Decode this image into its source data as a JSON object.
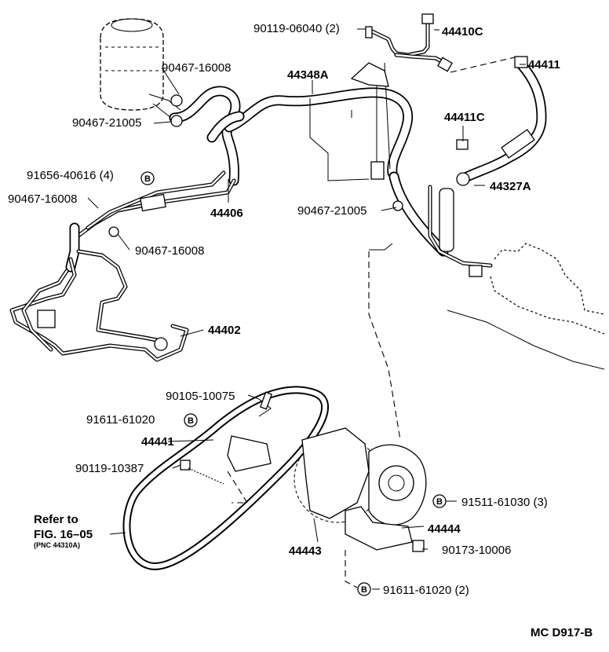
{
  "parts": {
    "p90119_06040": "90119-06040 (2)",
    "p44410C": "44410C",
    "p44411": "44411",
    "p90467_16008_top": "90467-16008",
    "p44348A": "44348A",
    "p90467_21005_left": "90467-21005",
    "p44411C": "44411C",
    "p91656_40616": "91656-40616 (4)",
    "p44327A": "44327A",
    "p90467_16008_left": "90467-16008",
    "p44406": "44406",
    "p90467_21005_mid": "90467-21005",
    "p90467_16008_low": "90467-16008",
    "p44402": "44402",
    "p90105_10075": "90105-10075",
    "p91611_61020": "91611-61020",
    "p44441": "44441",
    "p90119_10387": "90119-10387",
    "p91511_61030": "91511-61030 (3)",
    "p44444": "44444",
    "p44443": "44443",
    "p90173_10006": "90173-10006",
    "p91611_61020_2": "91611-61020 (2)"
  },
  "refer": {
    "line1": "Refer to",
    "line2": "FIG. 16–05",
    "line3": "(PNC 44310A)"
  },
  "badge_letter": "B",
  "diagram_code": "MC D917-B"
}
